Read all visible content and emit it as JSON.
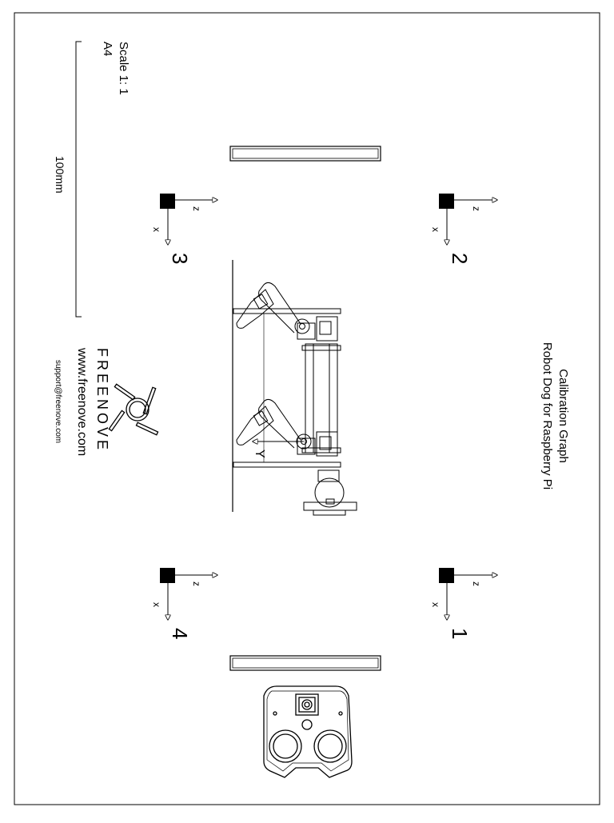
{
  "title": {
    "line1": "Robot Dog for Raspberry Pi",
    "line2": "Calibration Graph"
  },
  "scale": {
    "ratio": "Scale 1: 1",
    "paper": "A4"
  },
  "ruler": {
    "label": "100mm"
  },
  "brand": {
    "name": "FREENOVE",
    "website": "www.freenove.com",
    "email": "support@freenove.com"
  },
  "axes": {
    "x": "x",
    "z": "z",
    "y": "Y"
  },
  "calibration_points": [
    "1",
    "2",
    "3",
    "4"
  ]
}
